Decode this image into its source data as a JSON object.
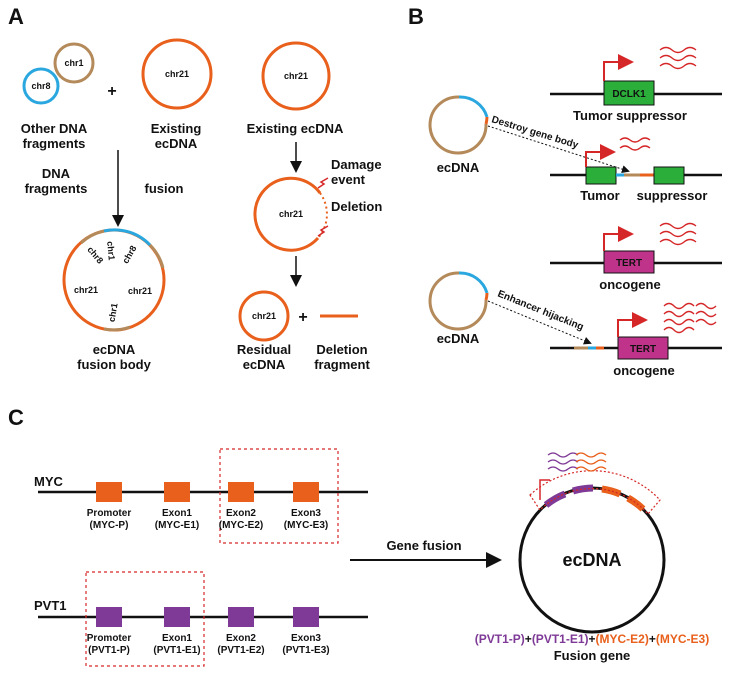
{
  "panel_a": {
    "letter": "A",
    "chr1": "chr1",
    "chr8": "chr8",
    "chr21": "chr21",
    "plus": "+",
    "other_dna_1": "Other DNA",
    "other_dna_2": "fragments",
    "existing_1": "Existing",
    "existing_2": "ecDNA",
    "dna_frag_1": "DNA",
    "dna_frag_2": "fragments",
    "fusion": "fusion",
    "body_1": "ecDNA",
    "body_2": "fusion body",
    "existing_ecdna": "Existing ecDNA",
    "damage_1": "Damage",
    "damage_2": "event",
    "deletion": "Deletion",
    "residual_1": "Residual",
    "residual_2": "ecDNA",
    "del_frag_1": "Deletion",
    "del_frag_2": "fragment"
  },
  "panel_b": {
    "letter": "B",
    "dclk1": "DCLK1",
    "tumor_suppressor": "Tumor suppressor",
    "ecdna": "ecDNA",
    "destroy": "Destroy gene body",
    "tumor": "Tumor",
    "suppressor": "suppressor",
    "tert": "TERT",
    "oncogene": "oncogene",
    "enhancer": "Enhancer hijacking"
  },
  "panel_c": {
    "letter": "C",
    "myc": "MYC",
    "pvt1": "PVT1",
    "myc_exons": [
      {
        "name": "Promoter",
        "code": "(MYC-P)"
      },
      {
        "name": "Exon1",
        "code": "(MYC-E1)"
      },
      {
        "name": "Exon2",
        "code": "(MYC-E2)"
      },
      {
        "name": "Exon3",
        "code": "(MYC-E3)"
      }
    ],
    "pvt1_exons": [
      {
        "name": "Promoter",
        "code": "(PVT1-P)"
      },
      {
        "name": "Exon1",
        "code": "(PVT1-E1)"
      },
      {
        "name": "Exon2",
        "code": "(PVT1-E2)"
      },
      {
        "name": "Exon3",
        "code": "(PVT1-E3)"
      }
    ],
    "gene_fusion": "Gene fusion",
    "ecdna": "ecDNA",
    "fusion_parts": [
      "(PVT1-P)",
      "+",
      "(PVT1-E1)",
      "+",
      "(MYC-E2)",
      "+",
      "(MYC-E3)"
    ],
    "fusion_gene": "Fusion gene"
  },
  "colors": {
    "orange": "#E8601C",
    "blue": "#2AA7DF",
    "tan": "#B48A5A",
    "green": "#2BAE3A",
    "magenta": "#C0338A",
    "purple": "#7E3A96",
    "red": "#D62728"
  }
}
